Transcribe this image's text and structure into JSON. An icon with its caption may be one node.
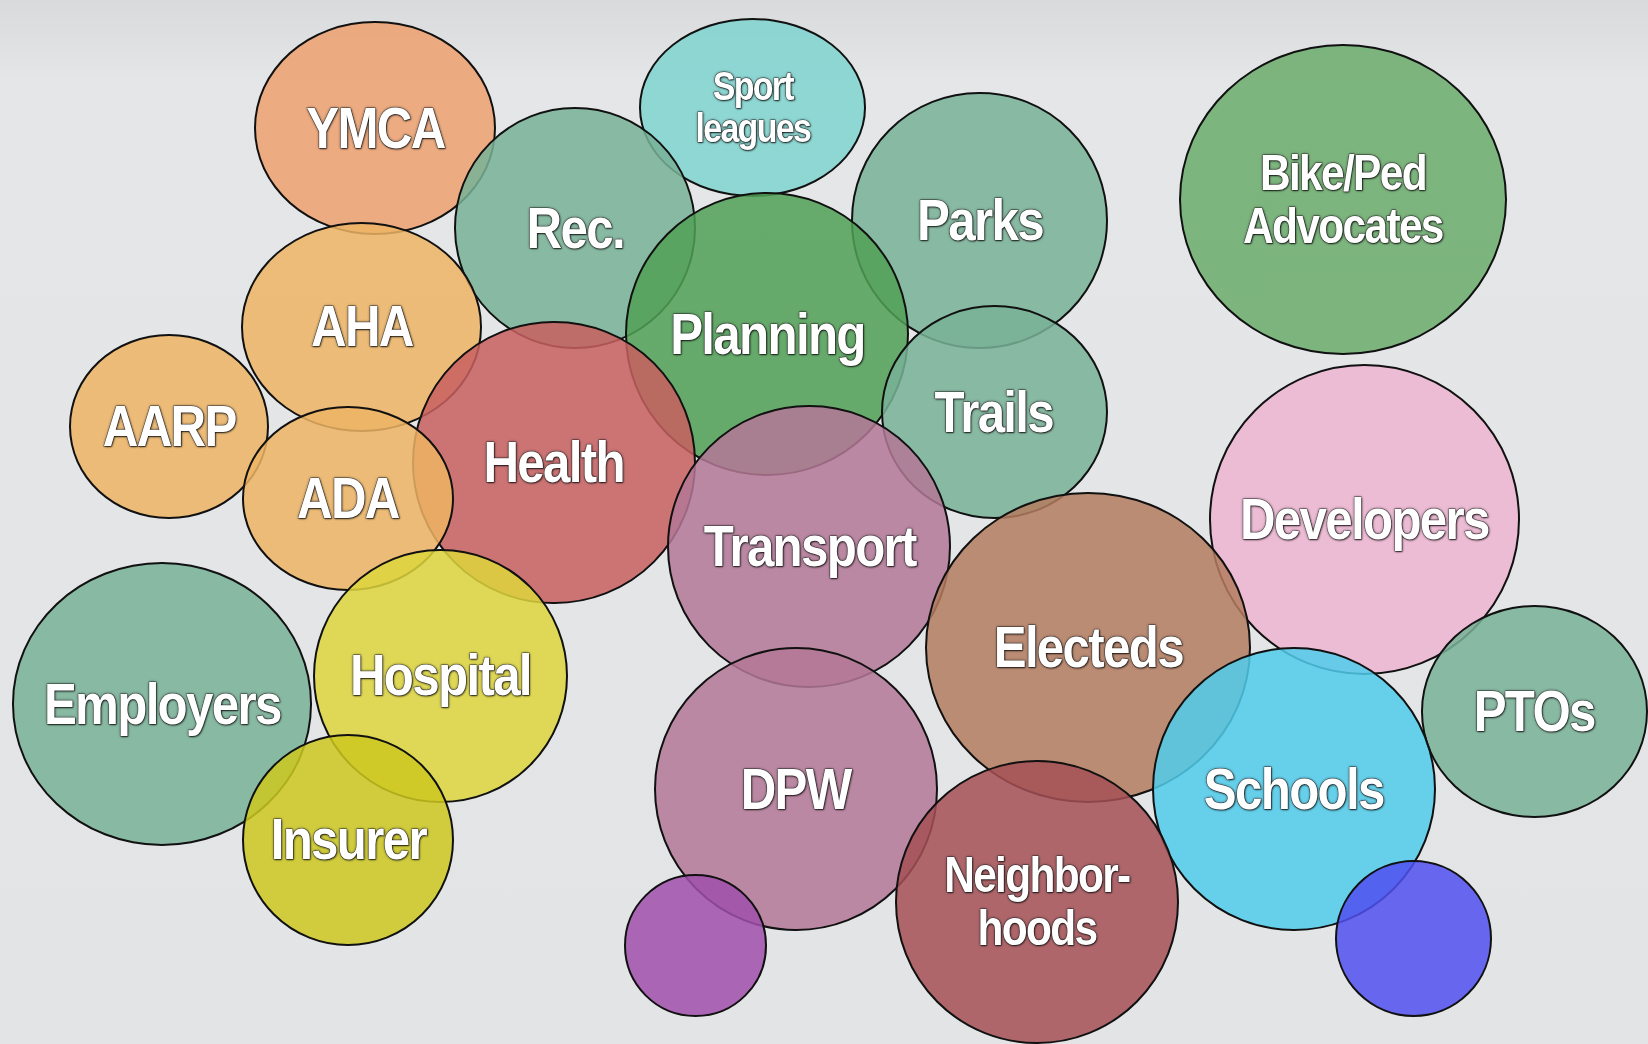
{
  "diagram": {
    "nodes": [
      {
        "text": [
          "YMCA"
        ]
      },
      {
        "text": [
          "Sport leagues"
        ]
      },
      {
        "text": [
          "Bike/Ped Advocates"
        ]
      },
      {
        "text": [
          "Rec."
        ]
      },
      {
        "text": [
          "Parks"
        ]
      },
      {
        "text": [
          "AHA"
        ]
      },
      {
        "text": [
          "Planning"
        ]
      },
      {
        "text": [
          "Trails"
        ]
      },
      {
        "text": [
          "AARP"
        ]
      },
      {
        "text": [
          "Health"
        ]
      },
      {
        "text": [
          "ADA"
        ]
      },
      {
        "text": [
          "Transport"
        ]
      },
      {
        "text": [
          "Developers"
        ]
      },
      {
        "text": [
          "Electeds"
        ]
      },
      {
        "text": [
          "Employers"
        ]
      },
      {
        "text": [
          "Hospital"
        ]
      },
      {
        "text": [
          "PTOs"
        ]
      },
      {
        "text": [
          "DPW"
        ]
      },
      {
        "text": [
          "Schools"
        ]
      },
      {
        "text": [
          "Insurer"
        ]
      },
      {
        "text": [
          "Neighbor- hoods"
        ]
      },
      {
        "text": [],
        "shape": "circle"
      },
      {
        "text": [],
        "shape": "circle"
      }
    ]
  }
}
